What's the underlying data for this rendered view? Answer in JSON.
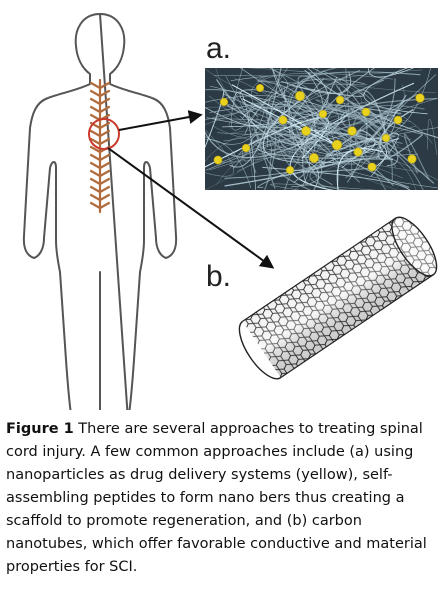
{
  "figure": {
    "panel_a_label": "a.",
    "panel_b_label": "b.",
    "colors": {
      "outline": "#555555",
      "spine": "#b06a3c",
      "highlight_circle": "#cc3a2e",
      "arrow": "#111111",
      "nanoparticle": "#e8d21f",
      "fiber_background": "#2b3a44",
      "nanotube": "#333333"
    },
    "icons": [
      "human-body-outline",
      "spinal-cord",
      "nanofiber-micrograph",
      "carbon-nanotube"
    ]
  },
  "caption": {
    "label": "Figure 1",
    "text": " There are several approaches to treating spinal cord injury. A few common approaches include (a) using nanoparticles as drug delivery systems (yellow), self-assembling peptides to form nano bers thus creating a scaffold to promote regeneration, and (b) carbon nanotubes, which offer favorable conductive and material properties for SCI."
  }
}
